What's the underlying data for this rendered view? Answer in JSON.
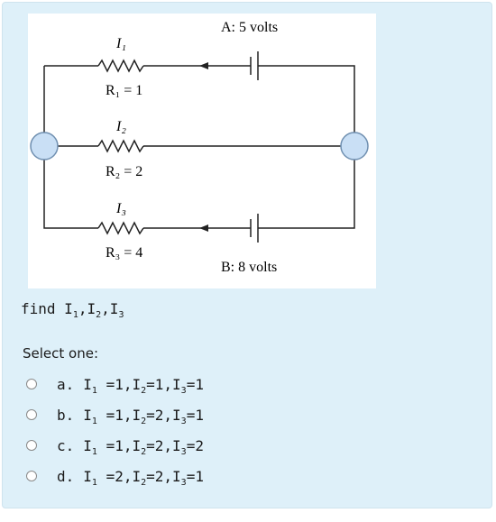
{
  "figure": {
    "battery_a_label": "A: 5 volts",
    "battery_b_label": "B: 8 volts",
    "current_1": "I₁",
    "current_2": "I₂",
    "current_3": "I₃",
    "resistor_1": "R₁ = 1",
    "resistor_2": "R₂ = 2",
    "resistor_3": "R₃ = 4"
  },
  "question": {
    "prefix": "find",
    "var": "I",
    "sub1": "1",
    "sub2": "2",
    "sub3": "3",
    "sep": ","
  },
  "prompt": "Select one:",
  "options": [
    {
      "letter": "a.",
      "i1": "=1",
      "i2": "=1",
      "i3": "=1"
    },
    {
      "letter": "b.",
      "i1": "=1",
      "i2": "=2",
      "i3": "=1"
    },
    {
      "letter": "c.",
      "i1": "=1",
      "i2": "=2",
      "i3": "=2"
    },
    {
      "letter": "d.",
      "i1": "=2",
      "i2": "=2",
      "i3": "=1"
    }
  ],
  "colors": {
    "panel_bg": "#def0f9",
    "node_fill": "#c9dff5",
    "node_stroke": "#6f8fb0",
    "wire": "#222222"
  }
}
